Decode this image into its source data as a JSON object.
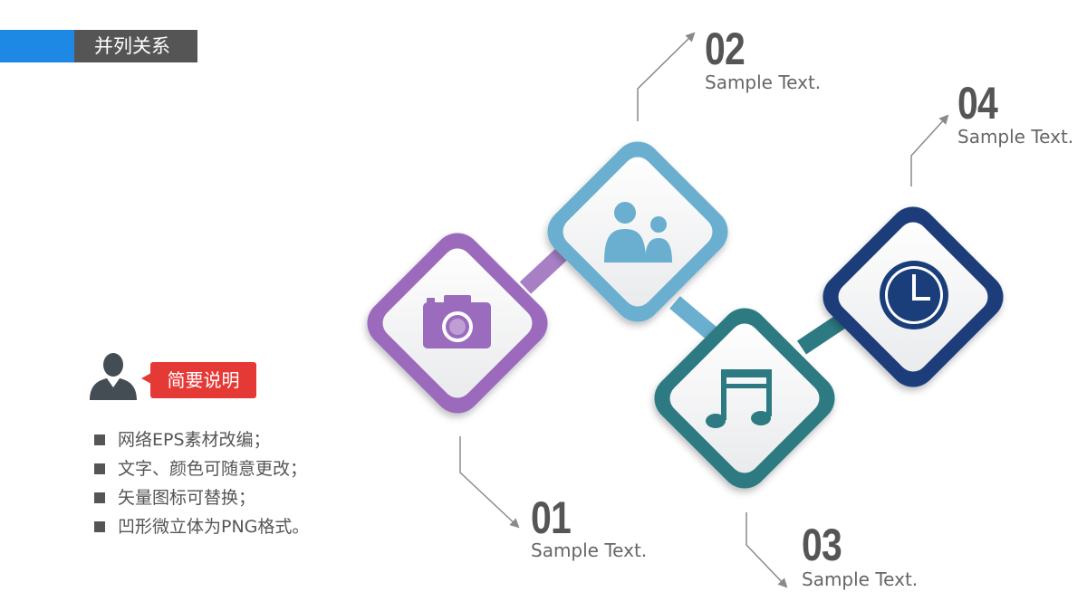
{
  "header": {
    "title": "并列关系"
  },
  "presenter": {
    "label": "简要说明"
  },
  "notes": [
    "网络EPS素材改编；",
    "文字、颜色可随意更改；",
    "矢量图标可替换；",
    "凹形微立体为PNG格式。"
  ],
  "steps": [
    {
      "number": "01",
      "text": "Sample Text.",
      "color": "#9b6bbd",
      "icon": "camera-icon"
    },
    {
      "number": "02",
      "text": "Sample Text.",
      "color": "#6aafcf",
      "icon": "users-icon"
    },
    {
      "number": "03",
      "text": "Sample Text.",
      "color": "#2d7a82",
      "icon": "music-icon"
    },
    {
      "number": "04",
      "text": "Sample Text.",
      "color": "#1a3e7a",
      "icon": "clock-icon"
    }
  ]
}
